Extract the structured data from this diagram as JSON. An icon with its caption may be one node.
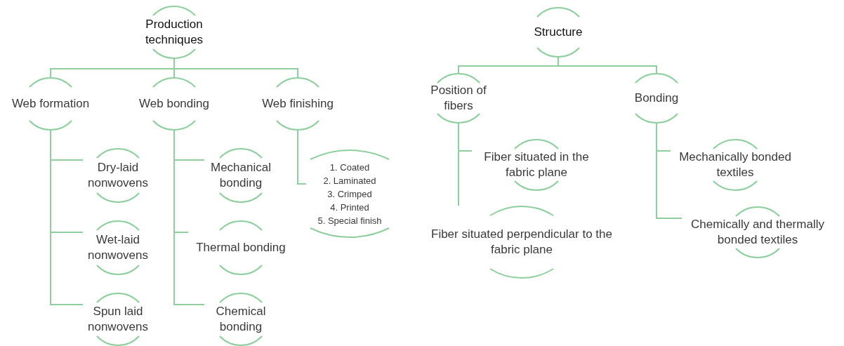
{
  "diagram": {
    "nodes": [
      {
        "text": [
          "Production techniques"
        ]
      },
      {
        "text": [
          "Web formation"
        ]
      },
      {
        "text": [
          "Web bonding"
        ]
      },
      {
        "text": [
          "Web finishing"
        ]
      },
      {
        "text": [
          "Dry-laid nonwovens"
        ]
      },
      {
        "text": [
          "Wet-laid nonwovens"
        ]
      },
      {
        "text": [
          "Spun laid nonwovens"
        ]
      },
      {
        "text": [
          "Mechanical bonding"
        ]
      },
      {
        "text": [
          "Thermal bonding"
        ]
      },
      {
        "text": [
          "Chemical bonding"
        ]
      },
      {
        "text": [
          "1. Coated",
          "2. Laminated",
          "3. Crimped",
          "4. Printed",
          "5. Special finish"
        ]
      },
      {
        "text": [
          "Structure"
        ]
      },
      {
        "text": [
          "Position of fibers"
        ]
      },
      {
        "text": [
          "Bonding"
        ]
      },
      {
        "text": [
          "Fiber situated in the fabric plane"
        ]
      },
      {
        "text": [
          "Fiber situated perpendicular to the fabric plane"
        ]
      },
      {
        "text": [
          "Mechanically bonded textiles"
        ]
      },
      {
        "text": [
          "Chemically and thermally bonded textiles"
        ]
      }
    ],
    "edges": [
      {
        "from": 0,
        "to": 1,
        "arrow": "none"
      },
      {
        "from": 0,
        "to": 2,
        "arrow": "none"
      },
      {
        "from": 0,
        "to": 3,
        "arrow": "none"
      },
      {
        "from": 1,
        "to": 4,
        "arrow": "none"
      },
      {
        "from": 1,
        "to": 5,
        "arrow": "none"
      },
      {
        "from": 1,
        "to": 6,
        "arrow": "none"
      },
      {
        "from": 2,
        "to": 7,
        "arrow": "none"
      },
      {
        "from": 2,
        "to": 8,
        "arrow": "none"
      },
      {
        "from": 2,
        "to": 9,
        "arrow": "none"
      },
      {
        "from": 3,
        "to": 10,
        "arrow": "none"
      },
      {
        "from": 11,
        "to": 12,
        "arrow": "none"
      },
      {
        "from": 11,
        "to": 13,
        "arrow": "none"
      },
      {
        "from": 12,
        "to": 14,
        "arrow": "none"
      },
      {
        "from": 12,
        "to": 15,
        "arrow": "none"
      },
      {
        "from": 13,
        "to": 16,
        "arrow": "none"
      },
      {
        "from": 13,
        "to": 17,
        "arrow": "none"
      }
    ]
  }
}
